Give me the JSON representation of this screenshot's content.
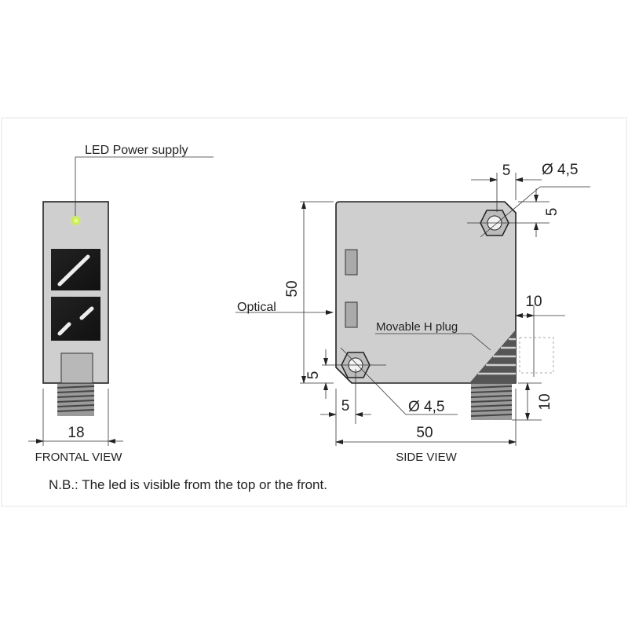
{
  "frontal_view": {
    "title": "FRONTAL VIEW",
    "led_label": "LED Power supply",
    "width_dim": "18",
    "led_color": "#c8f040"
  },
  "side_view": {
    "title": "SIDE VIEW",
    "height_dim": "50",
    "width_dim": "50",
    "optical_label": "Optical",
    "movable_plug_label": "Movable H plug",
    "hole_top_dim": "Ø 4,5",
    "hole_bottom_dim": "Ø 4,5",
    "top_hole_offset_x": "5",
    "top_hole_offset_y": "5",
    "bottom_hole_offset_x": "5",
    "bottom_hole_offset_y": "5",
    "plug_offset_side": "10",
    "plug_offset_bottom": "10"
  },
  "note": "N.B.: The led is visible from the top or the front."
}
